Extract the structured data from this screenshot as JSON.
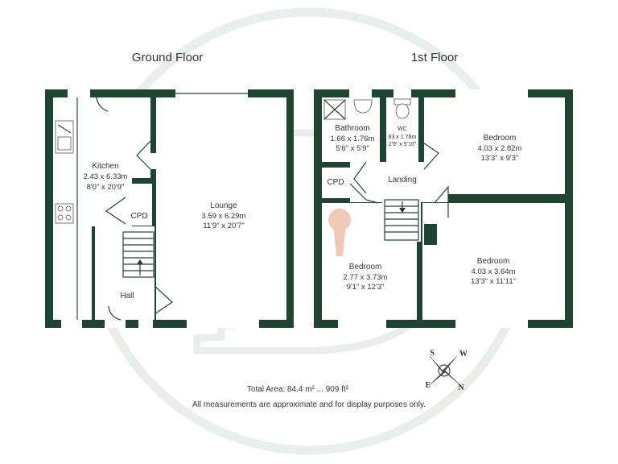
{
  "floors": {
    "ground_title": "Ground Floor",
    "first_title": "1st Floor"
  },
  "rooms": {
    "kitchen": {
      "name": "Kitchen",
      "metric": "2.43 x 6.33m",
      "imperial": "8'0\" x 20'9\""
    },
    "lounge": {
      "name": "Lounge",
      "metric": "3.59 x 6.29m",
      "imperial": "11'9\" x 20'7\""
    },
    "cpd_ground": {
      "name": "CPD"
    },
    "hall": {
      "name": "Hall"
    },
    "bathroom": {
      "name": "Bathroom",
      "metric": "1.66 x 1.76m",
      "imperial": "5'6\" x 5'9\""
    },
    "wc": {
      "name": "WC",
      "metric": "83 x 1.78m",
      "imperial": "2'9\" x 5'10\""
    },
    "bedroom_top": {
      "name": "Bedroom",
      "metric": "4.03 x 2.82m",
      "imperial": "13'3\" x 9'3\""
    },
    "cpd_first": {
      "name": "CPD"
    },
    "landing": {
      "name": "Landing"
    },
    "bedroom_left": {
      "name": "Bedroom",
      "metric": "2.77 x 3.73m",
      "imperial": "9'1\" x 12'3\""
    },
    "bedroom_right": {
      "name": "Bedroom",
      "metric": "4.03 x 3.64m",
      "imperial": "13'3\" x 11'11\""
    }
  },
  "compass": {
    "s": "S",
    "w": "W",
    "e": "E",
    "n": "N"
  },
  "footer": {
    "total_area": "Total Area: 84.4 m² ... 909 ft²",
    "disclaimer": "All measurements are approximate and for display purposes only."
  },
  "colors": {
    "wall": "#1e4532",
    "watermark": "#e2e9e5",
    "text": "#333333"
  }
}
